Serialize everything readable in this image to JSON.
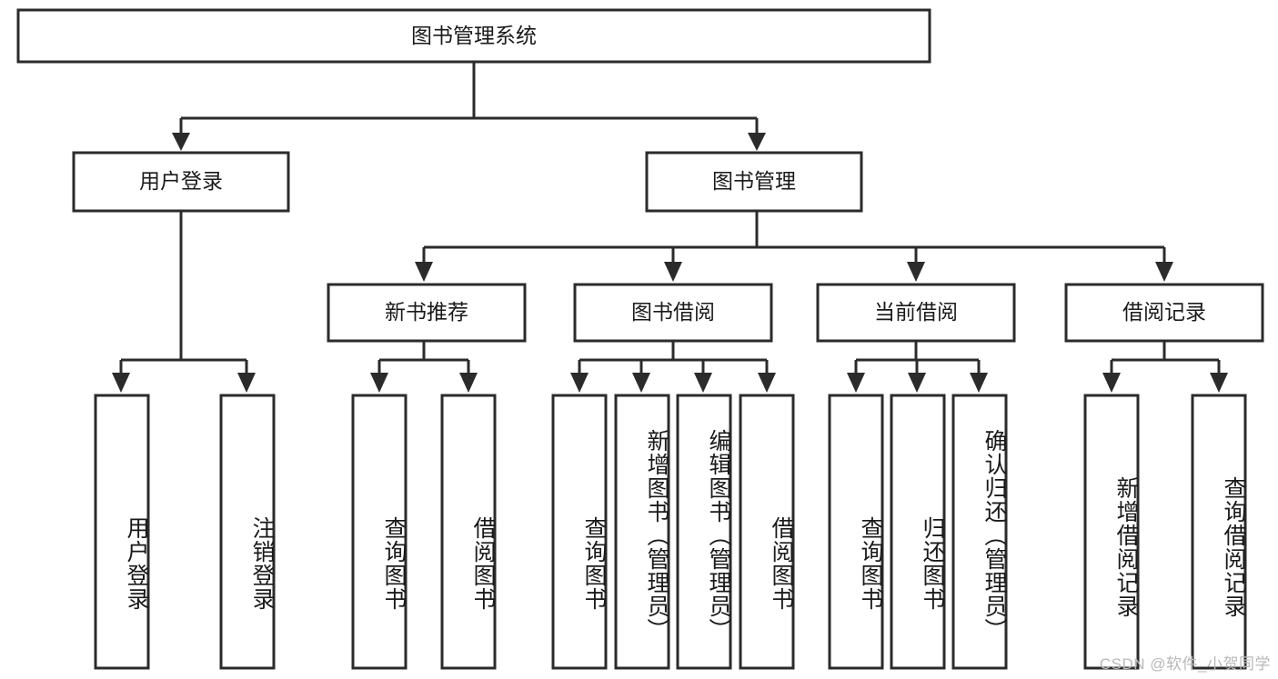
{
  "diagram": {
    "type": "tree-hierarchy",
    "title": "图书管理系统",
    "orientation": "top-down",
    "colors": {
      "box_stroke": "#2b2b2b",
      "box_fill": "#ffffff",
      "text": "#1a1a1a",
      "background": "#ffffff",
      "watermark": "#b8b8b8"
    },
    "root": {
      "label": "图书管理系统",
      "level": 0
    },
    "level2": [
      {
        "label": "用户登录"
      },
      {
        "label": "图书管理"
      }
    ],
    "level3": [
      {
        "label": "新书推荐"
      },
      {
        "label": "图书借阅"
      },
      {
        "label": "当前借阅"
      },
      {
        "label": "借阅记录"
      }
    ],
    "leaves": {
      "user_login": [
        {
          "label": "用户登录"
        },
        {
          "label": "注销登录"
        }
      ],
      "new_book_recommend": [
        {
          "label": "查询图书"
        },
        {
          "label": "借阅图书"
        }
      ],
      "book_borrow": [
        {
          "label": "查询图书"
        },
        {
          "label": "新增图书（管理员）"
        },
        {
          "label": "编辑图书（管理员）"
        },
        {
          "label": "借阅图书"
        }
      ],
      "current_borrow": [
        {
          "label": "查询图书"
        },
        {
          "label": "归还图书"
        },
        {
          "label": "确认归还（管理员）"
        }
      ],
      "borrow_record": [
        {
          "label": "新增借阅记录"
        },
        {
          "label": "查询借阅记录"
        }
      ]
    },
    "watermark": "CSDN @软件_小贺同学"
  }
}
